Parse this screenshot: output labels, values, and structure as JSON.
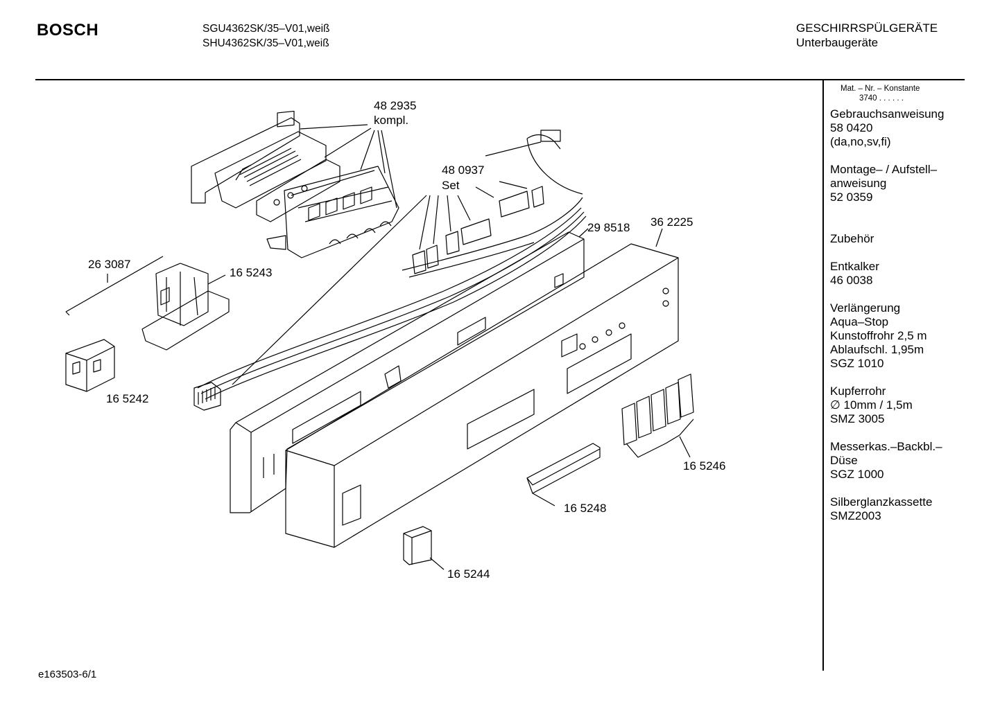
{
  "header": {
    "brand": "BOSCH",
    "models": [
      "SGU4362SK/35–V01,weiß",
      "SHU4362SK/35–V01,weiß"
    ],
    "category": "GESCHIRRSPÜLGERÄTE",
    "subcategory": "Unterbaugeräte"
  },
  "sidebar": {
    "header_label": "Mat. – Nr. – Konstante",
    "header_value": "3740  .  .  .  .  .  .",
    "groups": [
      {
        "lines": [
          "Gebrauchsanweisung",
          "58 0420",
          "(da,no,sv,fi)"
        ]
      },
      {
        "lines": [
          "Montage– / Aufstell–",
          "anweisung",
          "52 0359"
        ]
      },
      {
        "lines": [
          "",
          "Zubehör"
        ]
      },
      {
        "lines": [
          "Entkalker",
          "46 0038"
        ]
      },
      {
        "lines": [
          "Verlängerung",
          "Aqua–Stop",
          "Kunstoffrohr 2,5 m",
          "Ablaufschl. 1,95m",
          "SGZ 1010"
        ]
      },
      {
        "lines": [
          "Kupferrohr",
          "∅ 10mm / 1,5m",
          "SMZ 3005"
        ]
      },
      {
        "lines": [
          "Messerkas.–Backbl.–",
          "Düse",
          "SGZ 1000"
        ]
      },
      {
        "lines": [
          "Silberglanzkassette",
          "SMZ2003"
        ]
      }
    ]
  },
  "parts": {
    "p482935": "48 2935",
    "p482935_note": "kompl.",
    "p480937": "48 0937",
    "p480937_note": "Set",
    "p298518": "29 8518",
    "p362225": "36 2225",
    "p263087": "26 3087",
    "p165243": "16 5243",
    "p165242": "16 5242",
    "p165246": "16 5246",
    "p165248": "16 5248",
    "p165244": "16 5244"
  },
  "footer": {
    "code": "e163503-6/1"
  }
}
